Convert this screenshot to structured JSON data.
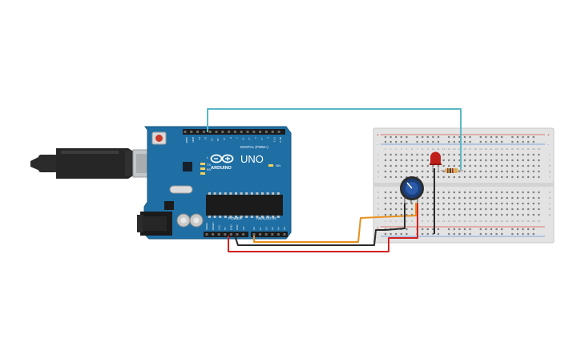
{
  "board": {
    "brand": "ARDUINO",
    "model": "UNO",
    "digital_label": "DIGITAL (PWM~)",
    "power_label": "POWER",
    "analog_label": "ANALOG IN",
    "on_label": "ON",
    "tx_label": "TX",
    "rx_label": "RX",
    "l_label": "L",
    "digital_pins": [
      "AREF",
      "GND",
      "13",
      "12",
      "~11",
      "~10",
      "~9",
      "8",
      "7",
      "~6",
      "~5",
      "4",
      "~3",
      "2",
      "TX 1",
      "RX 0"
    ],
    "power_pins": [
      "IOREF",
      "RESET",
      "3.3V",
      "5V",
      "GND",
      "GND",
      "Vin"
    ],
    "analog_pins": [
      "A0",
      "A1",
      "A2",
      "A3",
      "A4",
      "A5"
    ]
  },
  "breadboard": {
    "plus": "+",
    "minus": "-",
    "columns": [
      "1",
      "2",
      "3",
      "4",
      "5",
      "6",
      "7",
      "8",
      "9",
      "10",
      "11",
      "12",
      "13",
      "14",
      "15",
      "16",
      "17",
      "18",
      "19",
      "20",
      "21",
      "22",
      "23",
      "24",
      "25",
      "26",
      "27",
      "28",
      "29",
      "30"
    ],
    "rows_top": [
      "j",
      "i",
      "h",
      "g",
      "f"
    ],
    "rows_bottom": [
      "e",
      "d",
      "c",
      "b",
      "a"
    ]
  },
  "colors": {
    "board": "#1f6fa5",
    "wire_teal": "#5bb8c4",
    "wire_orange": "#e8901e",
    "wire_black": "#2a2a2a",
    "wire_red": "#d42020",
    "rail_red": "#d9534f",
    "rail_blue": "#5b8fd6",
    "led": "#c0201a",
    "potentiometer": "#1a3f7a"
  },
  "icons": [
    "usb-cable-icon",
    "arduino-logo-icon",
    "led-icon",
    "resistor-icon",
    "potentiometer-icon"
  ]
}
